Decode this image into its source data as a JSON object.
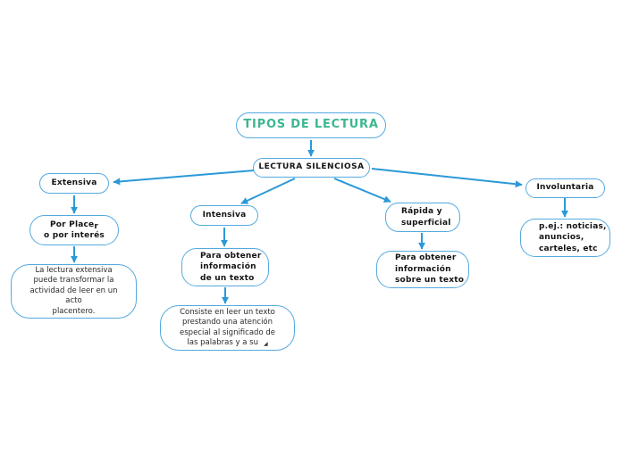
{
  "diagram": {
    "title": "TIPOS DE LECTURA",
    "colors": {
      "node_border": "#54aadf",
      "arrow": "#2b99d8",
      "title_text": "#3cb690",
      "node_fill": "#ffffff",
      "text": "#141414"
    },
    "nodes": {
      "root": {
        "label": "TIPOS DE LECTURA"
      },
      "silenciosa": {
        "label": "LECTURA SILENCIOSA"
      },
      "extensiva": {
        "label": "Extensiva"
      },
      "por_placer": {
        "line1_main": "Por Place",
        "line1_sub": "r",
        "line2": "o por interés"
      },
      "extensiva_desc": {
        "lines": [
          "La lectura extensiva",
          "puede transformar la",
          "actividad de leer en un",
          "acto",
          "placentero."
        ]
      },
      "intensiva": {
        "label": "Intensiva"
      },
      "intensiva_obj": {
        "lines": [
          "Para obtener",
          "información",
          "de un texto"
        ]
      },
      "intensiva_desc": {
        "lines": [
          "Consiste en leer un texto",
          "prestando una atención",
          "especial al significado de",
          "las palabras y a su"
        ],
        "overflow_glyph": "◢"
      },
      "rapida": {
        "lines": [
          "Rápida y",
          "superficial"
        ]
      },
      "rapida_obj": {
        "lines": [
          "Para obtener",
          "información",
          "sobre un texto"
        ]
      },
      "involuntaria": {
        "label": "Involuntaria"
      },
      "involuntaria_desc": {
        "lines": [
          "p.ej.: noticias,",
          "anuncios,",
          "carteles, etc"
        ]
      }
    }
  }
}
